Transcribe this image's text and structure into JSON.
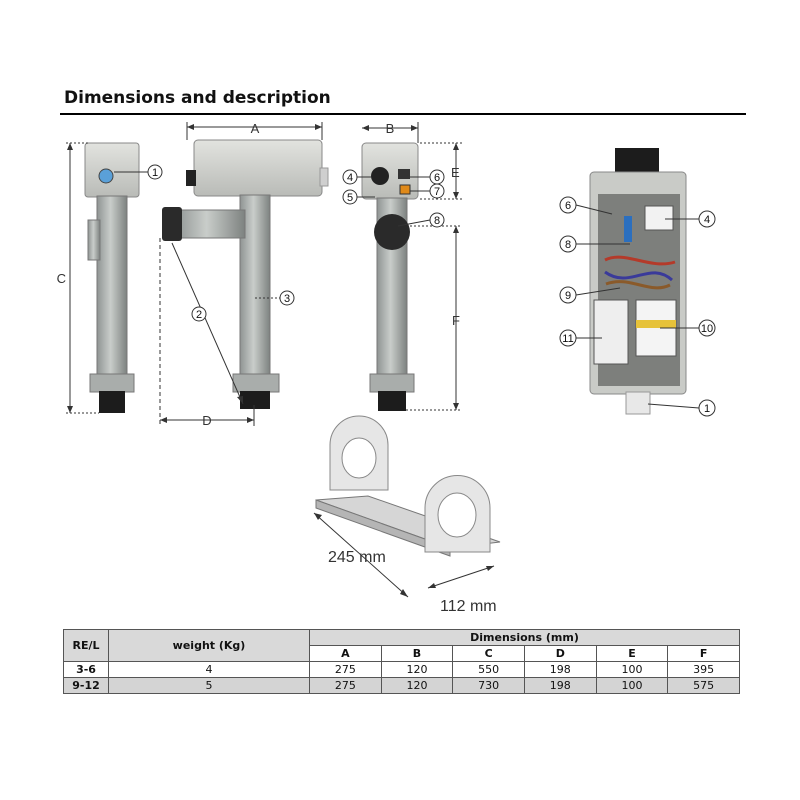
{
  "heading": "Dimensions and description",
  "dimension_letters": {
    "A": "A",
    "B": "B",
    "C": "C",
    "D": "D",
    "E": "E",
    "F": "F"
  },
  "callouts": {
    "n1": "1",
    "n2": "2",
    "n3": "3",
    "n4": "4",
    "n5": "5",
    "n6": "6",
    "n7": "7",
    "n8": "8",
    "n9": "9",
    "n10": "10",
    "n11": "11"
  },
  "bracket": {
    "length": "245 mm",
    "width": "112 mm"
  },
  "table": {
    "col_model": "RE/L",
    "col_weight": "weight (Kg)",
    "col_dims": "Dimensions (mm)",
    "dim_cols": [
      "A",
      "B",
      "C",
      "D",
      "E",
      "F"
    ],
    "rows": [
      {
        "model": "3-6",
        "weight": "4",
        "values": [
          "275",
          "120",
          "550",
          "198",
          "100",
          "395"
        ]
      },
      {
        "model": "9-12",
        "weight": "5",
        "values": [
          "275",
          "120",
          "730",
          "198",
          "100",
          "575"
        ]
      }
    ]
  }
}
